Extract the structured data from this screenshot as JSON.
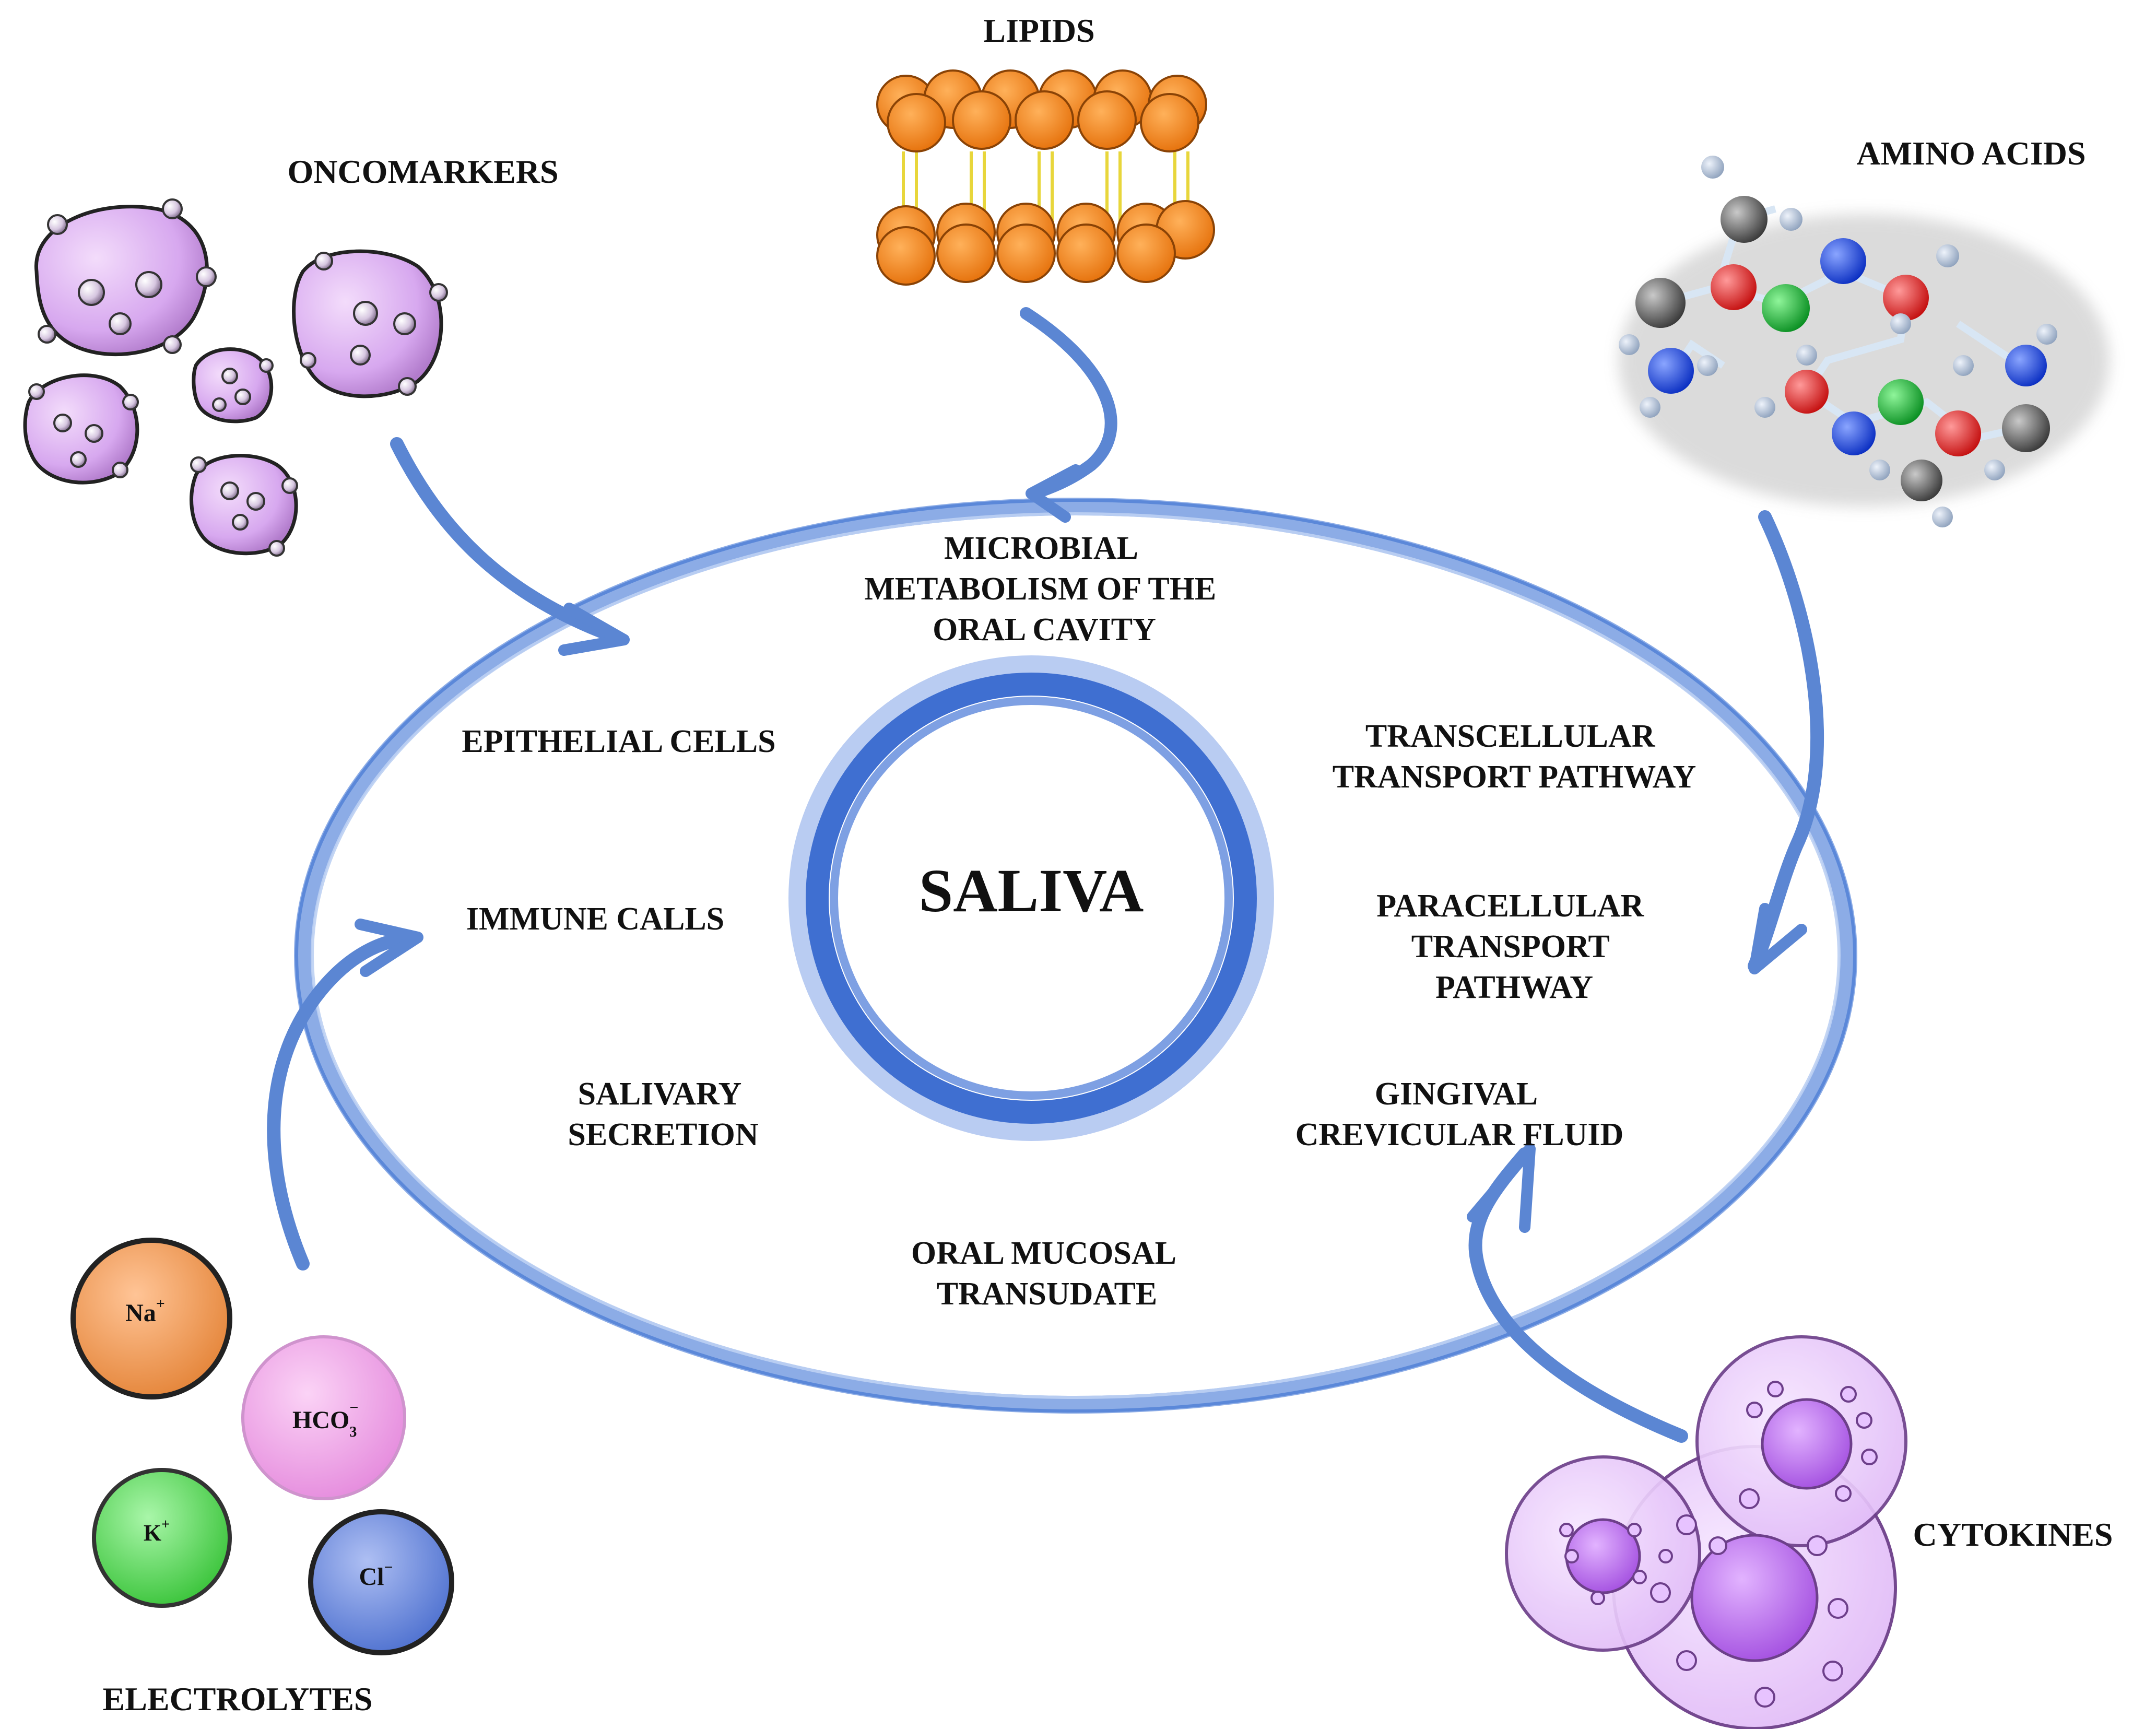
{
  "center": {
    "title": "SALIVA"
  },
  "sources": {
    "lipids": "LIPIDS",
    "oncomarkers": "ONCOMARKERS",
    "amino_acids": "AMINO ACIDS",
    "electrolytes": "ELECTROLYTES",
    "cytokines": "CYTOKINES"
  },
  "origins": {
    "microbial": [
      "MICROBIAL",
      "METABOLISM OF THE",
      "ORAL CAVITY"
    ],
    "epithelial": [
      "EPITHELIAL CELLS"
    ],
    "transcellular": [
      "TRANSCELLULAR",
      "TRANSPORT PATHWAY"
    ],
    "immune": [
      "IMMUNE CALLS"
    ],
    "paracellular": [
      "PARACELLULAR",
      "TRANSPORT",
      "PATHWAY"
    ],
    "salivary": [
      "SALIVARY",
      "SECRETION"
    ],
    "gingival": [
      "GINGIVAL",
      "CREVICULAR FLUID"
    ],
    "oral_mucosal": [
      "ORAL MUCOSAL",
      "TRANSUDATE"
    ]
  },
  "ions": {
    "na": {
      "symbol": "Na",
      "charge": "+"
    },
    "hco3": {
      "symbol": "HCO",
      "sub": "3",
      "charge": "−"
    },
    "k": {
      "symbol": "K",
      "charge": "+"
    },
    "cl": {
      "symbol": "Cl",
      "charge": "−"
    }
  },
  "colors": {
    "arrow_blue": "#5b86d3",
    "ring_blue": "#3f6fd1",
    "lipid_orange": "#f5820f",
    "oncomarker_purple": "#d7a8ef",
    "cytokine_purple": "#c77ef3",
    "na_orange": "#f3a060",
    "hco3_pink": "#f0a0ea",
    "k_green": "#5fd85f",
    "cl_blue": "#6f8fe0"
  }
}
